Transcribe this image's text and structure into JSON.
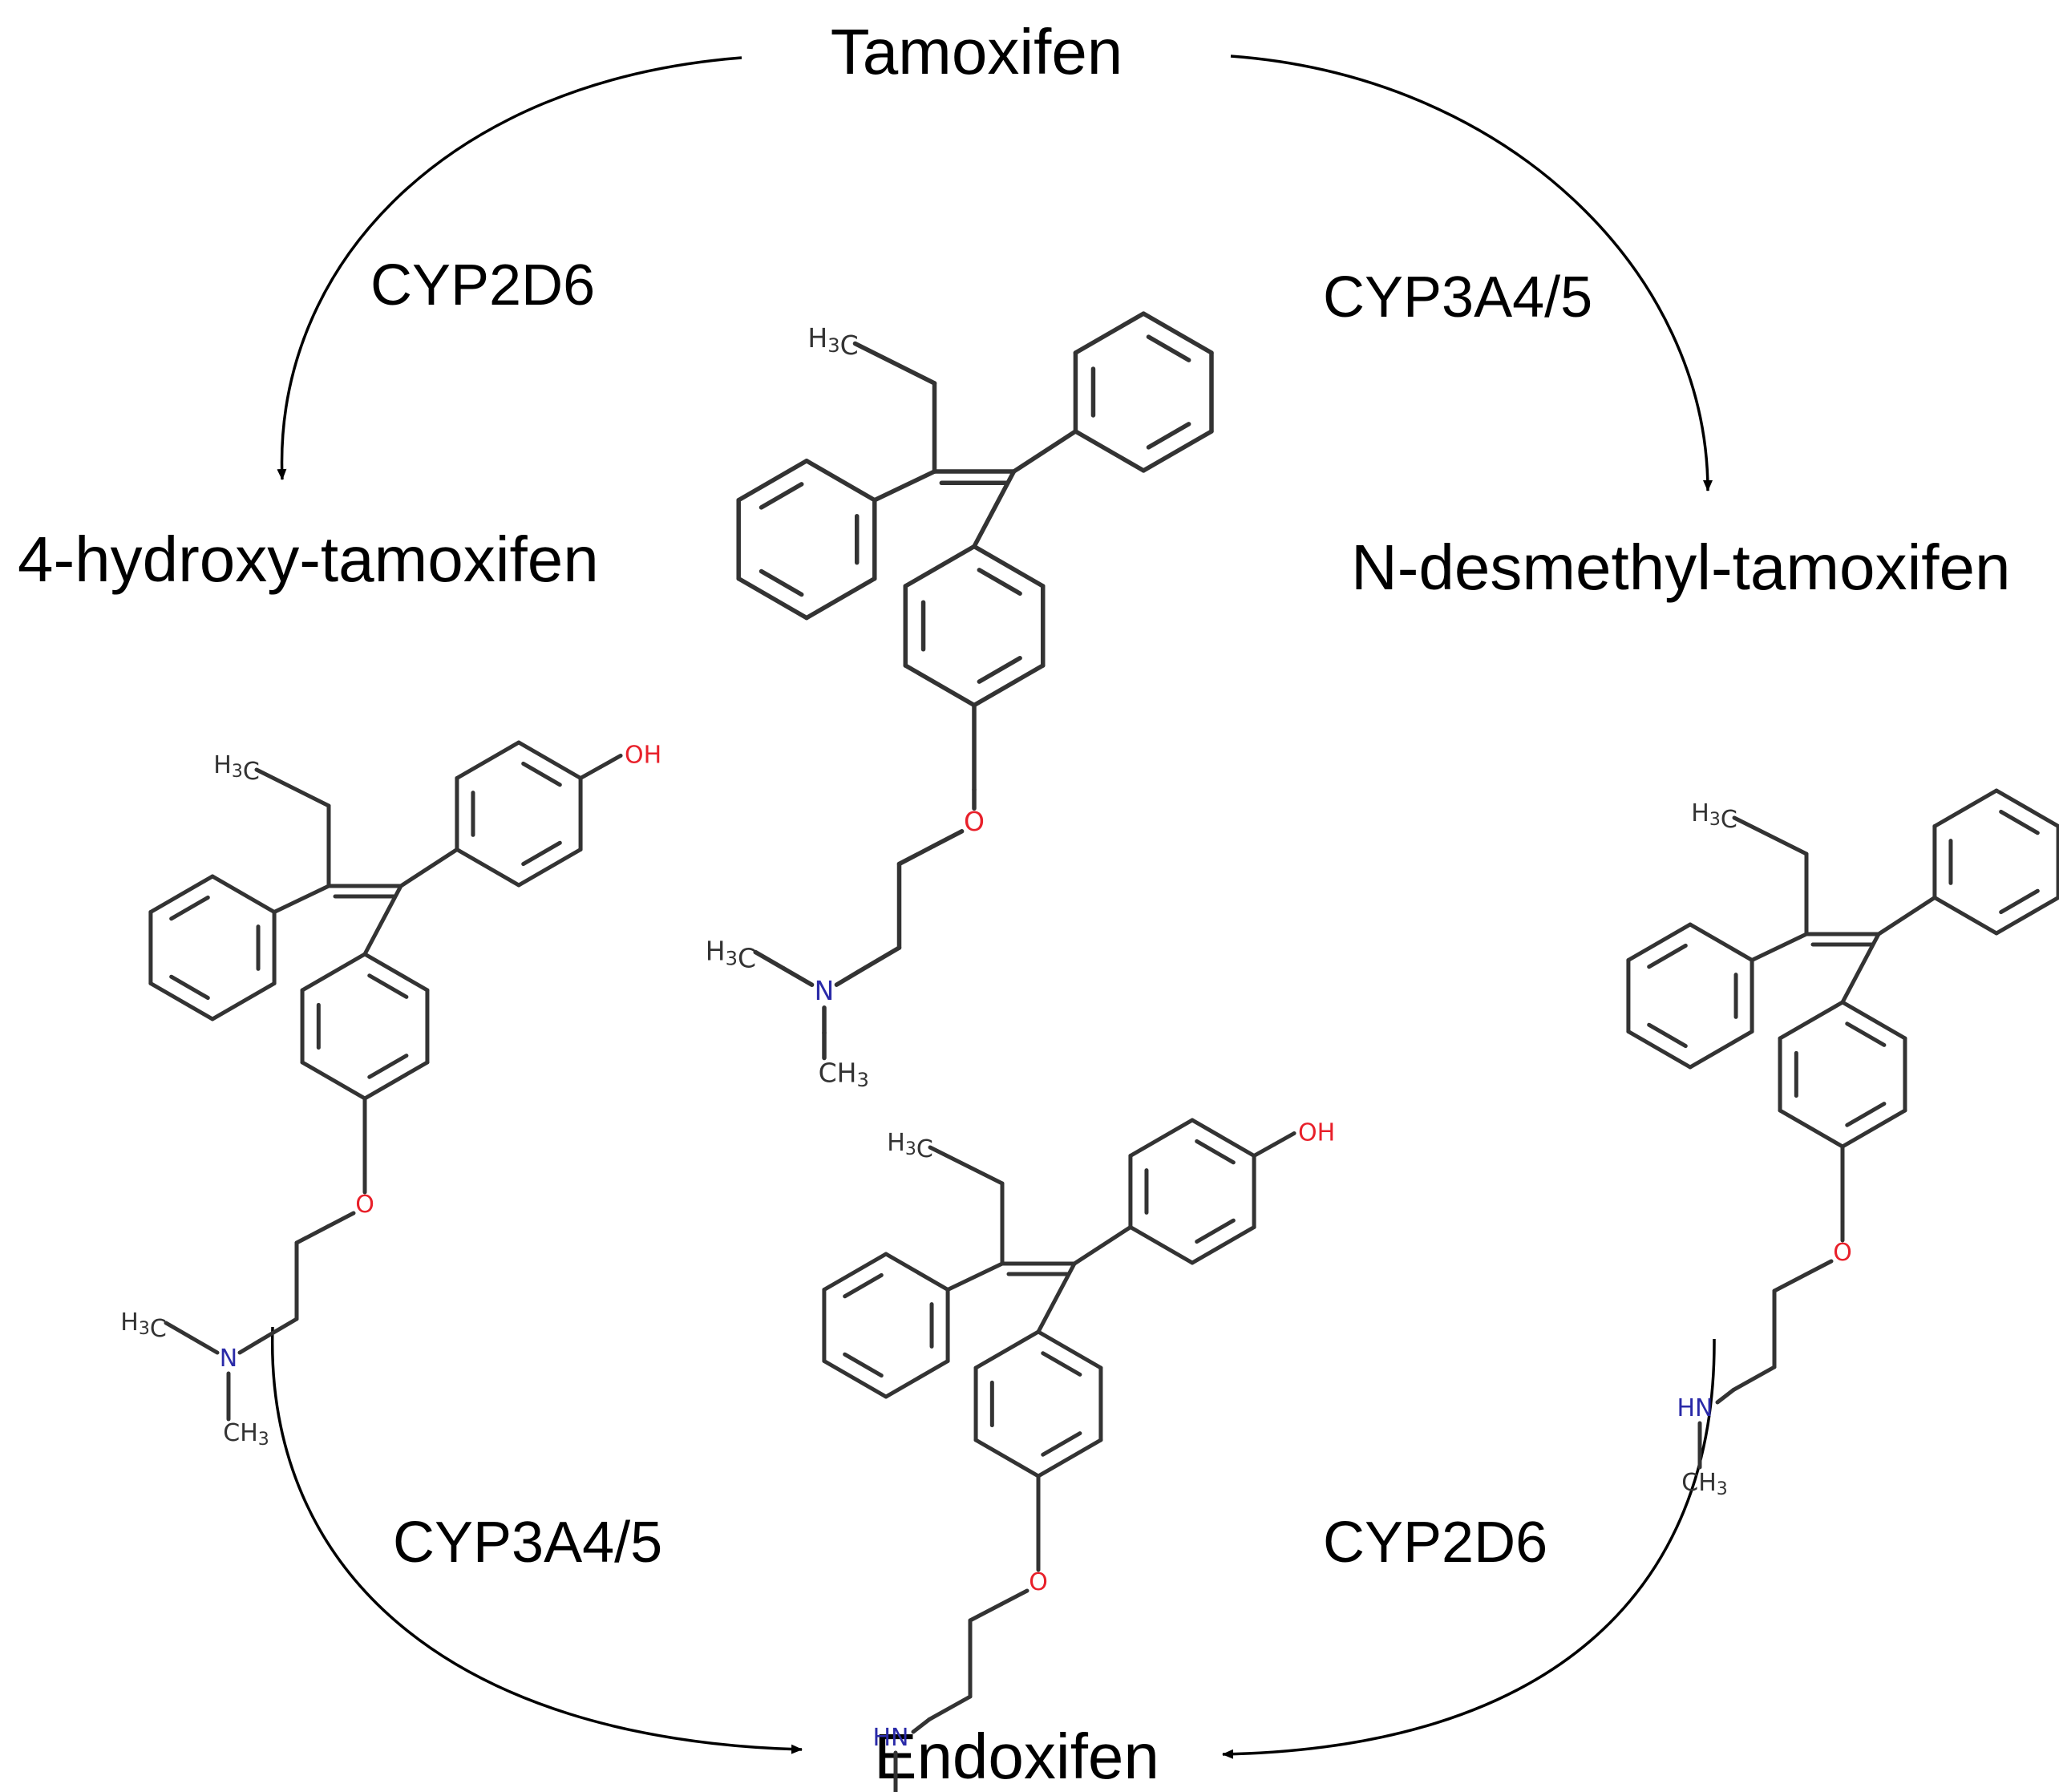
{
  "compounds": {
    "tamoxifen": "Tamoxifen",
    "hydroxy": "4-hydroxy-tamoxifen",
    "desmethyl": "N-desmethyl-tamoxifen",
    "endoxifen": "Endoxifen"
  },
  "enzymes": {
    "tam_to_hydroxy": "CYP2D6",
    "tam_to_desmethyl": "CYP3A4/5",
    "hydroxy_to_endoxifen": "CYP3A4/5",
    "desmethyl_to_endoxifen": "CYP2D6"
  },
  "atom_labels": {
    "methyl": "H3C",
    "methyl_n": "CH3",
    "oxygen": "O",
    "nitrogen": "N",
    "amine": "HN",
    "hydroxyl": "OH"
  },
  "colors": {
    "bond": "#333333",
    "oxygen": "#e8202a",
    "nitrogen": "#2a2aa8",
    "arrow": "#000000"
  }
}
